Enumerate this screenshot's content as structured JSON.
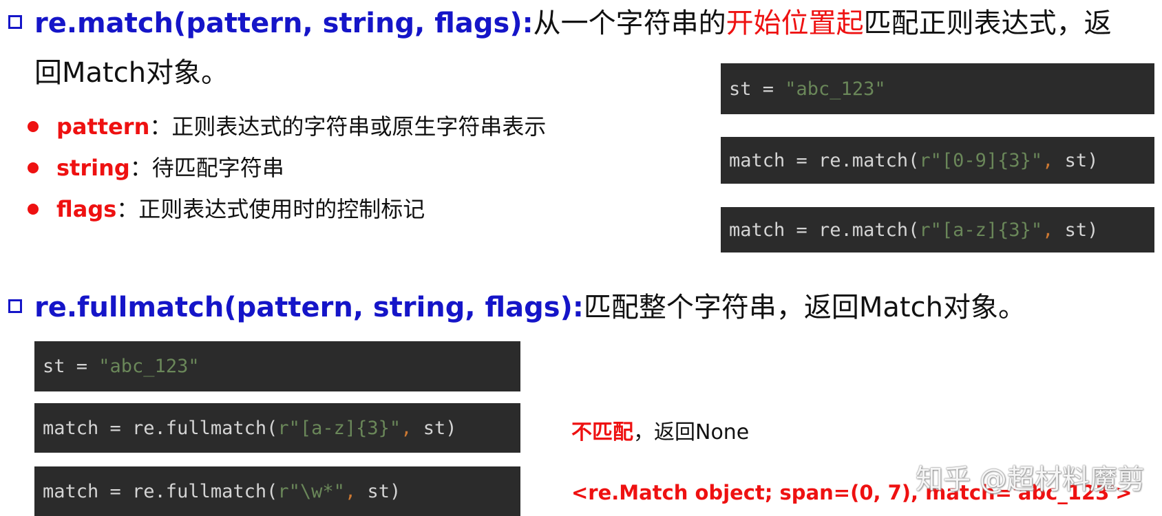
{
  "section_match": {
    "signature": "re.match(pattern, string, flags):",
    "desc_before": "从一个字符串的",
    "desc_highlight": "开始位置起",
    "desc_after": "匹配正则表达式，返",
    "desc_cont": "回Match对象。",
    "params": [
      {
        "name": "pattern",
        "desc": "：正则表达式的字符串或原生字符串表示"
      },
      {
        "name": "string",
        "desc": "：待匹配字符串"
      },
      {
        "name": "flags",
        "desc": "：正则表达式使用时的控制标记"
      }
    ],
    "code": {
      "line1": {
        "a": "st = ",
        "b": "\"abc_123\""
      },
      "line2": {
        "a": "match = re.match(",
        "b": "r\"[0-9]{3}\"",
        "c": ",",
        "d": " st)"
      },
      "line3": {
        "a": "match = re.match(",
        "b": "r\"[a-z]{3}\"",
        "c": ",",
        "d": " st)"
      }
    }
  },
  "section_fullmatch": {
    "signature": "re.fullmatch(pattern, string, flags):",
    "desc": "匹配整个字符串，返回Match对象。",
    "code": {
      "line1": {
        "a": "st = ",
        "b": "\"abc_123\""
      },
      "line2": {
        "a": "match = re.fullmatch(",
        "b": "r\"[a-z]{3}\"",
        "c": ",",
        "d": " st)"
      },
      "line3": {
        "a": "match = re.fullmatch(",
        "b": "r\"\\w*\"",
        "c": ",",
        "d": " st)"
      }
    },
    "result_no_match": {
      "label": "不匹配",
      "rest": "，返回None"
    },
    "result_match": "<re.Match object; span=(0, 7), match='abc_123'>"
  },
  "watermark": "知乎 @超材料魔剪",
  "colors": {
    "signature_blue": "#1515c8",
    "highlight_red": "#ee1111",
    "code_bg": "#2b2b2b",
    "code_string": "#6a8759",
    "code_punct": "#cc7832"
  }
}
